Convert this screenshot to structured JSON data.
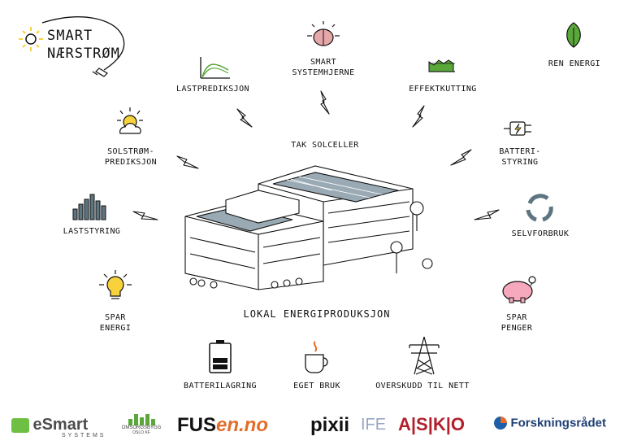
{
  "brand": {
    "line1": "SMART",
    "line2": "NÆRSTRØM"
  },
  "center": {
    "roof_label": "TAK SOLCELLER",
    "main_label": "LOKAL ENERGIPRODUKSJON"
  },
  "nodes": {
    "lastprediksjon": "LASTPREDIKSJON",
    "systemhjerne": [
      "SMART",
      "SYSTEMHJERNE"
    ],
    "effektkutting": "EFFEKTKUTTING",
    "ren_energi": "REN ENERGI",
    "solstrom": [
      "SOLSTRØM-",
      "PREDIKSJON"
    ],
    "batteristyring": [
      "BATTERI-",
      "STYRING"
    ],
    "laststyring": "LASTSTYRING",
    "selvforbruk": "SELVFORBRUK",
    "spar_energi": [
      "SPAR",
      "ENERGI"
    ],
    "spar_penger": [
      "SPAR",
      "PENGER"
    ],
    "batterilagring": "BATTERILAGRING",
    "eget_bruk": "EGET BRUK",
    "overskudd": "OVERSKUDD TIL NETT"
  },
  "logos": {
    "esmart": "eSmart",
    "esmart_sub": "SYSTEMS",
    "omsorgsbygg": "OMSORGSBYGG",
    "omsorgsbygg_sub": "OSLO KF",
    "fusen_a": "FUS",
    "fusen_b": "en.no",
    "pixii": "pixii",
    "ife": "IFE",
    "asko": "A|S|K|O",
    "forskning": "Forskningsrådet"
  },
  "colors": {
    "yellow": "#f7d23c",
    "green": "#5aa83a",
    "blue_gray": "#5d7580",
    "pink": "#f6a9bd",
    "orange": "#e36d2b",
    "asko_red": "#b3202c"
  }
}
